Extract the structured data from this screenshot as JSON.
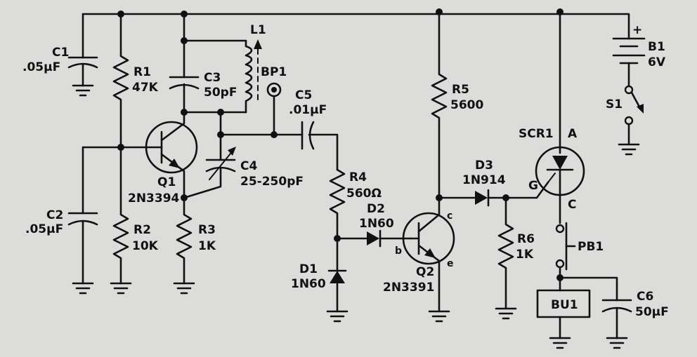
{
  "components": {
    "c1": {
      "ref": "C1",
      "value": ".05µF"
    },
    "r1": {
      "ref": "R1",
      "value": "47K"
    },
    "c3": {
      "ref": "C3",
      "value": "50pF"
    },
    "l1": {
      "ref": "L1"
    },
    "bp1": {
      "ref": "BP1"
    },
    "c5": {
      "ref": "C5",
      "value": ".01µF"
    },
    "r5": {
      "ref": "R5",
      "value": "5600"
    },
    "b1": {
      "ref": "B1",
      "value": "6V",
      "polarity": "+"
    },
    "s1": {
      "ref": "S1"
    },
    "scr1": {
      "ref": "SCR1",
      "anode": "A",
      "gate": "G",
      "cathode": "C"
    },
    "q1": {
      "ref": "Q1",
      "part": "2N3394"
    },
    "c4": {
      "ref": "C4",
      "value": "25-250pF"
    },
    "r4": {
      "ref": "R4",
      "value": "560Ω"
    },
    "d2": {
      "ref": "D2",
      "part": "1N60"
    },
    "d3": {
      "ref": "D3",
      "part": "1N914"
    },
    "c2": {
      "ref": "C2",
      "value": ".05µF"
    },
    "r2": {
      "ref": "R2",
      "value": "10K"
    },
    "r3": {
      "ref": "R3",
      "value": "1K"
    },
    "d1": {
      "ref": "D1",
      "part": "1N60"
    },
    "q2": {
      "ref": "Q2",
      "part": "2N3391",
      "base": "b",
      "collector": "c",
      "emitter": "e"
    },
    "r6": {
      "ref": "R6",
      "value": "1K"
    },
    "pb1": {
      "ref": "PB1"
    },
    "bu1": {
      "ref": "BU1"
    },
    "c6": {
      "ref": "C6",
      "value": "50µF"
    }
  }
}
